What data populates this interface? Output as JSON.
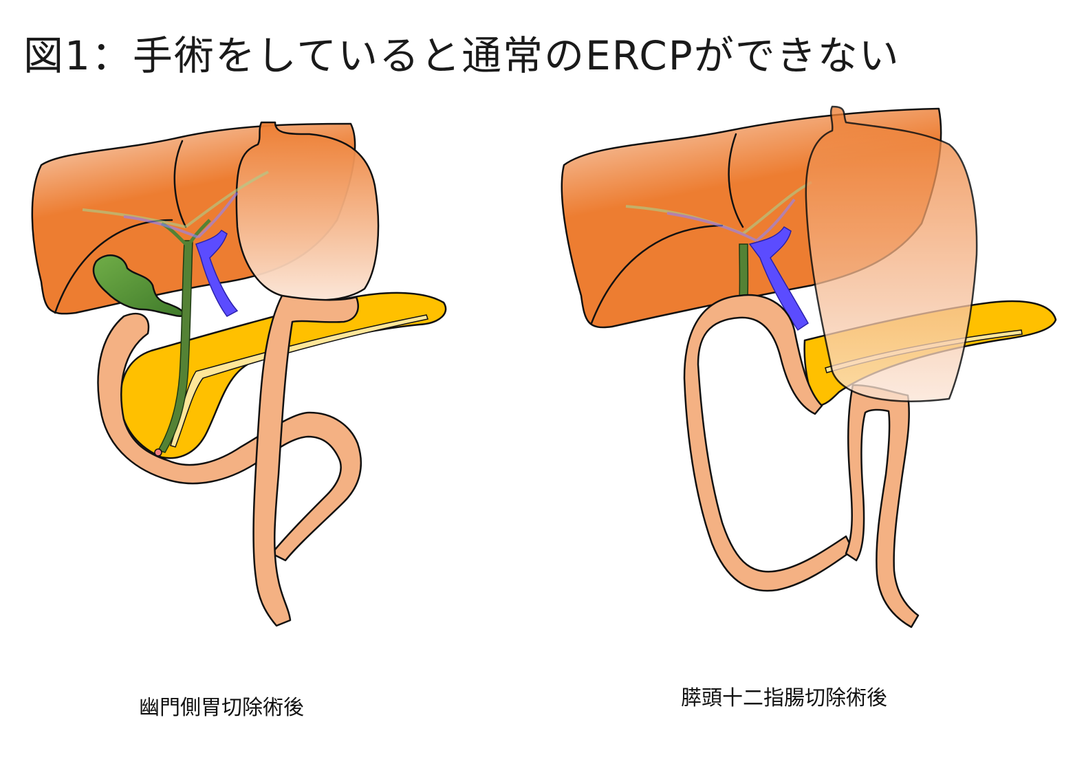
{
  "figure": {
    "title": "図1：手術をしていると通常のERCPができない"
  },
  "panels": [
    {
      "caption": "幽門側胃切除術後"
    },
    {
      "caption": "膵頭十二指腸切除術後"
    }
  ],
  "colors": {
    "liver": "#ed7d31",
    "liver_light": "#f8d8c4",
    "intestine": "#f4b183",
    "pancreas": "#ffc000",
    "pancreatic_duct": "#ffe699",
    "bile_duct": "#548235",
    "gallbladder": "#70ad47",
    "portal_vein": "#5b4cff",
    "outline": "#111111"
  }
}
